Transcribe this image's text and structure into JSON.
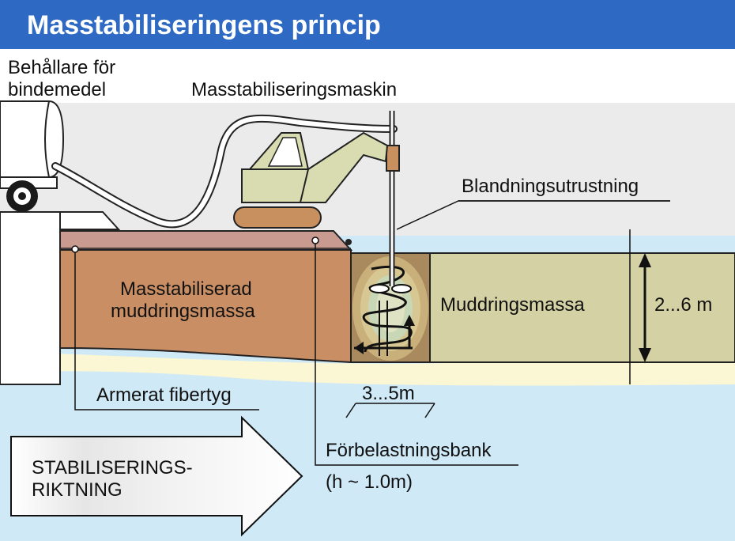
{
  "title": "Masstabiliseringens princip",
  "labels": {
    "container": [
      "Behållare för",
      "bindemedel"
    ],
    "machine": "Masstabiliseringsmaskin",
    "mixing_equipment": "Blandningsutrustning",
    "stabilized_mass": [
      "Masstabiliserad",
      "muddringsmassa"
    ],
    "dredged_mass": "Muddringsmassa",
    "depth": "2...6 m",
    "fabric": "Armerat fibertyg",
    "step_width": "3...5m",
    "preload_bank": "Förbelastningsbank",
    "preload_height": "(h ~ 1.0m)",
    "direction": [
      "STABILISERINGS-",
      "RIKTNING"
    ]
  },
  "colors": {
    "banner": "#2e6ac4",
    "water": "#cfe9f7",
    "stabilized_mass": "#c98e63",
    "dredged_mass": "#d4d1a4",
    "preload_bank": "#c89a90",
    "machine": "#d8dcb0",
    "mixing_head": "#c8905e"
  }
}
